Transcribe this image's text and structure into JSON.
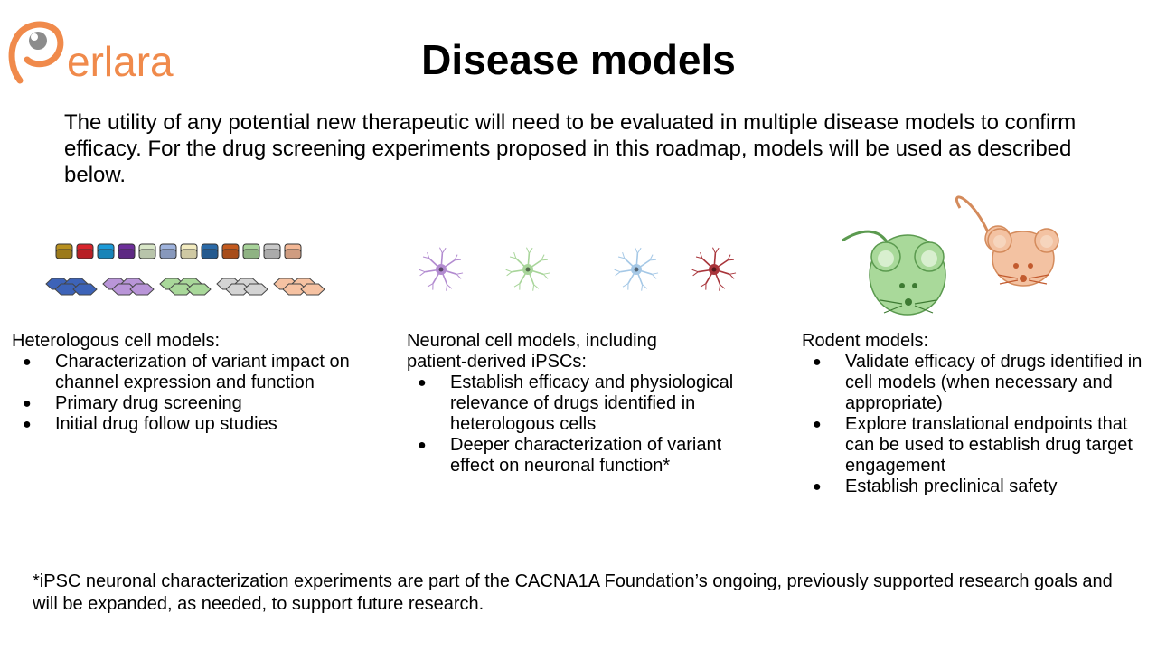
{
  "logo": {
    "text": "Perlara",
    "color": "#f08a4b"
  },
  "title": "Disease models",
  "intro": "The utility of any potential new therapeutic will need to be evaluated in multiple disease models to confirm efficacy. For the drug screening experiments proposed in this roadmap, models will be used as described below.",
  "columns": [
    {
      "heading": "Heterologous cell models:",
      "bullets": [
        "Characterization of variant impact on channel expression and function",
        "Primary drug screening",
        "Initial drug follow up studies"
      ]
    },
    {
      "heading": "Neuronal cell models, including patient-derived iPSCs:",
      "bullets": [
        "Establish efficacy and physiological relevance of drugs identified in heterologous cells",
        "Deeper characterization of variant effect on neuronal function*"
      ]
    },
    {
      "heading": "Rodent models:",
      "bullets": [
        "Validate efficacy of drugs identified in cell models (when necessary and appropriate)",
        "Explore translational endpoints that can be used to establish drug target engagement",
        "Establish preclinical safety"
      ]
    }
  ],
  "footnote": "*iPSC neuronal characterization experiments are part of the CACNA1A Foundation’s ongoing, previously supported research goals and will be expanded, as needed, to support future research.",
  "illustrations": {
    "cell_colors": [
      "#b8901f",
      "#d8242c",
      "#1c9bd8",
      "#6d2f9a",
      "#d9e7c8",
      "#9fb3dd",
      "#f3ecc0",
      "#2b6aa8",
      "#c45a1e",
      "#a8d39a",
      "#c9c9c9",
      "#f4b896"
    ],
    "cell_cluster_colors": [
      "#3d63b8",
      "#b995d8",
      "#a9d89a",
      "#d4d4d4",
      "#f6c2a2"
    ],
    "neuron_colors": [
      "#b28bd0",
      "#a8d59a",
      "#a5c8e6",
      "#a8343a"
    ],
    "mouse_colors": [
      "#a9d99a",
      "#f3c2a2"
    ]
  }
}
